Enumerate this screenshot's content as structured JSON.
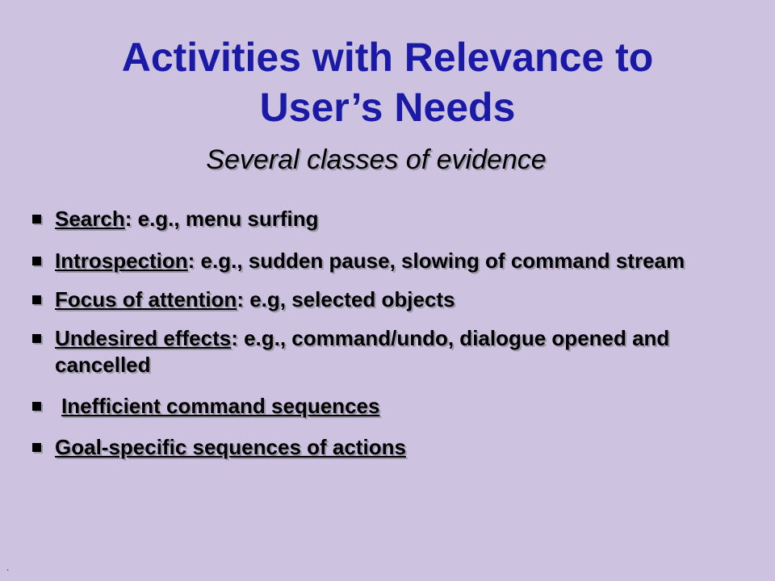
{
  "title": {
    "line1": "Activities with Relevance to",
    "line2": "User’s Needs"
  },
  "subtitle": "Several classes of evidence",
  "bullets": [
    {
      "term": "Search",
      "rest": ": e.g., menu surfing"
    },
    {
      "term": "Introspection",
      "rest": ": e.g., sudden pause, slowing of command stream"
    },
    {
      "term": "Focus of attention",
      "rest": ": e.g, selected objects"
    },
    {
      "term": "Undesired effects",
      "rest": ": e.g., command/undo, dialogue opened and cancelled"
    },
    {
      "term": "Inefficient command sequences",
      "rest": ""
    },
    {
      "term": "Goal-specific sequences of actions",
      "rest": ""
    }
  ],
  "footer_mark": "."
}
